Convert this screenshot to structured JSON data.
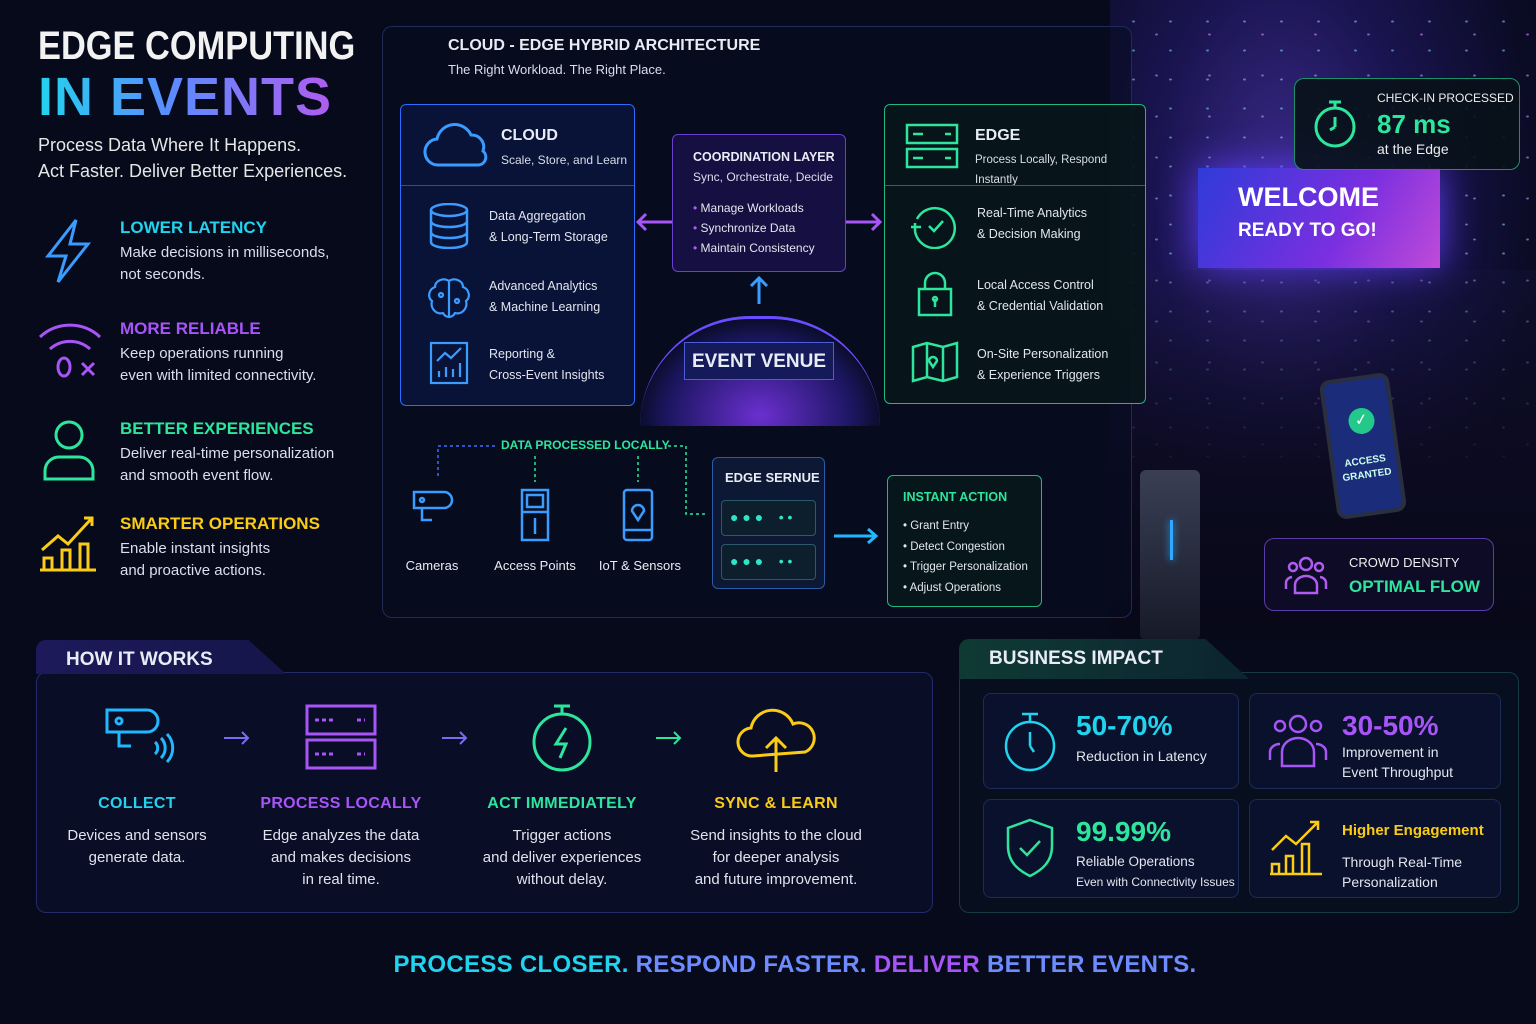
{
  "header": {
    "title_line1": "EDGE COMPUTING",
    "title_line2": "IN EVENTS",
    "subtitle_line1": "Process Data Where It Happens.",
    "subtitle_line2": "Act Faster. Deliver Better Experiences."
  },
  "benefits": [
    {
      "title": "LOWER LATENCY",
      "desc1": "Make decisions in milliseconds,",
      "desc2": "not seconds.",
      "icon": "lightning-icon"
    },
    {
      "title": "MORE RELIABLE",
      "desc1": "Keep operations running",
      "desc2": "even with limited connectivity.",
      "icon": "wifi-off-icon"
    },
    {
      "title": "BETTER EXPERIENCES",
      "desc1": "Deliver real-time personalization",
      "desc2": "and smooth event flow.",
      "icon": "user-icon"
    },
    {
      "title": "SMARTER OPERATIONS",
      "desc1": "Enable instant insights",
      "desc2": "and proactive actions.",
      "icon": "growth-chart-icon"
    }
  ],
  "architecture": {
    "title": "CLOUD - EDGE HYBRID ARCHITECTURE",
    "subtitle": "The Right Workload. The Right Place.",
    "cloud": {
      "title": "CLOUD",
      "subtitle": "Scale, Store, and Learn",
      "items": [
        [
          "Data Aggregation",
          "& Long-Term Storage"
        ],
        [
          "Advanced Analytics",
          "& Machine Learning"
        ],
        [
          "Reporting &",
          "Cross-Event Insights"
        ]
      ]
    },
    "coordination": {
      "title": "COORDINATION LAYER",
      "subtitle": "Sync, Orchestrate, Decide",
      "items": [
        "Manage Workloads",
        "Synchronize Data",
        "Maintain Consistency"
      ]
    },
    "edge": {
      "title": "EDGE",
      "subtitle": "Process Locally, Respond Instantly",
      "items": [
        [
          "Real-Time Analytics",
          "& Decision Making"
        ],
        [
          "Local Access Control",
          "& Credential Validation"
        ],
        [
          "On-Site Personalization",
          "& Experience Triggers"
        ]
      ]
    },
    "venue": "EVENT VENUE",
    "data_local": "DATA PROCESSED LOCALLY",
    "devices": [
      "Cameras",
      "Access Points",
      "IoT & Sensors"
    ],
    "edge_server": "EDGE SERNUE",
    "instant": {
      "title": "INSTANT ACTION",
      "items": [
        "Grant Entry",
        "Detect Congestion",
        "Trigger Personalization",
        "Adjust Operations"
      ]
    }
  },
  "photo": {
    "screen_line1": "WELCOME",
    "screen_line2": "READY TO GO!",
    "kiosk_line1": "ACCESS",
    "kiosk_line2": "GRANTED",
    "checkin": {
      "label": "CHECK-IN PROCESSED",
      "value": "87 ms",
      "caption": "at the Edge"
    },
    "crowd": {
      "label": "CROWD DENSITY",
      "value": "OPTIMAL FLOW"
    }
  },
  "how": {
    "title": "HOW IT WORKS",
    "steps": [
      {
        "title": "COLLECT",
        "desc": [
          "Devices and sensors",
          "generate data."
        ]
      },
      {
        "title": "PROCESS LOCALLY",
        "desc": [
          "Edge analyzes the data",
          "and makes decisions",
          "in real time."
        ]
      },
      {
        "title": "ACT IMMEDIATELY",
        "desc": [
          "Trigger actions",
          "and deliver experiences",
          "without delay."
        ]
      },
      {
        "title": "SYNC & LEARN",
        "desc": [
          "Send insights to the cloud",
          "for deeper analysis",
          "and future improvement."
        ]
      }
    ]
  },
  "impact": {
    "title": "BUSINESS IMPACT",
    "cards": [
      {
        "value": "50-70%",
        "l1": "Reduction in Latency",
        "l2": ""
      },
      {
        "value": "30-50%",
        "l1": "Improvement in",
        "l2": "Event Throughput"
      },
      {
        "value": "99.99%",
        "l1": "Reliable Operations",
        "l2": "Even with Connectivity Issues"
      },
      {
        "value": "Higher Engagement",
        "l1": "Through Real-Time",
        "l2": "Personalization"
      }
    ]
  },
  "footer": {
    "p1": "PROCESS CLOSER.",
    "p2": "RESPOND FASTER.",
    "p3": "DELIVER",
    "p4": "BETTER EVENTS."
  },
  "colors": {
    "cyan": "#22d3ee",
    "purple": "#a855f7",
    "green": "#2ee59d",
    "yellow": "#facc15",
    "blue": "#3b9cff"
  }
}
